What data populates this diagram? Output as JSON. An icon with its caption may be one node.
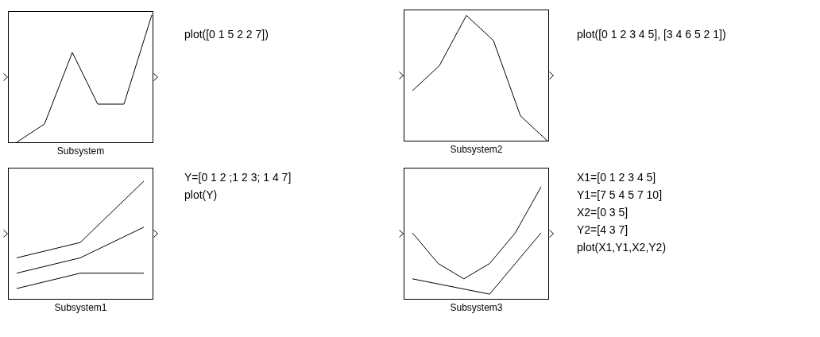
{
  "diagram": {
    "nodes": [
      {
        "text": [
          "Subsystem"
        ],
        "beside": [
          "plot([0 1 5 2 2 7])"
        ]
      },
      {
        "text": [
          "Subsystem2"
        ],
        "beside": [
          "plot([0 1 2 3 4 5], [3 4 6 5 2 1])"
        ]
      },
      {
        "text": [
          "Subsystem1"
        ],
        "beside": [
          "Y=[0 1 2 ;1 2 3; 1 4 7]",
          "plot(Y)"
        ]
      },
      {
        "text": [
          "Subsystem3"
        ],
        "beside": [
          "X1=[0 1 2 3 4 5]",
          "Y1=[7 5 4 5 7 10]",
          "X2=[0 3 5]",
          "Y2=[4 3 7]",
          "plot(X1,Y1,X2,Y2)"
        ]
      }
    ],
    "edges": []
  }
}
